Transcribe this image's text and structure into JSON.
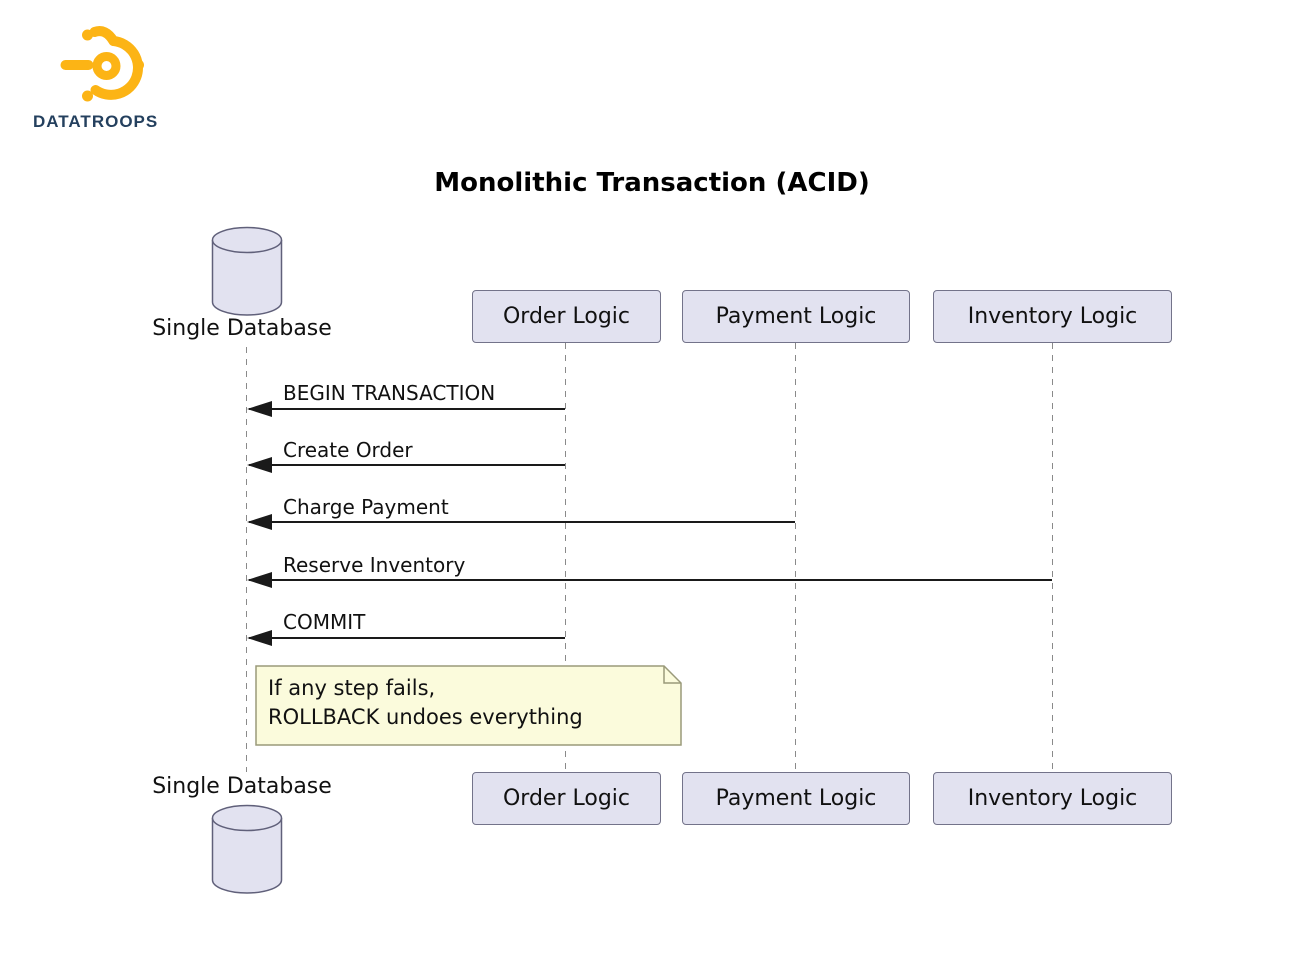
{
  "logo": {
    "brand": "DATATROOPS",
    "icon": "sunburst-logo-icon",
    "icon_color": "#FCB415",
    "brand_color": "#24405E"
  },
  "diagram": {
    "title": "Monolithic Transaction (ACID)",
    "type": "sequence-diagram"
  },
  "participants": {
    "database": {
      "label": "Single Database",
      "icon": "database-cylinder-icon"
    },
    "actors": [
      {
        "label": "Order Logic"
      },
      {
        "label": "Payment Logic"
      },
      {
        "label": "Inventory Logic"
      }
    ]
  },
  "messages": [
    {
      "label": "BEGIN TRANSACTION",
      "from": "Order Logic",
      "to": "Single Database"
    },
    {
      "label": "Create Order",
      "from": "Order Logic",
      "to": "Single Database"
    },
    {
      "label": "Charge Payment",
      "from": "Payment Logic",
      "to": "Single Database"
    },
    {
      "label": "Reserve Inventory",
      "from": "Inventory Logic",
      "to": "Single Database"
    },
    {
      "label": "COMMIT",
      "from": "Order Logic",
      "to": "Single Database"
    }
  ],
  "note": {
    "lines": [
      "If any step fails,",
      "ROLLBACK undoes everything"
    ]
  },
  "colors": {
    "participant_fill": "#E2E2F0",
    "participant_border": "#73738a",
    "note_fill": "#FBFBDC",
    "note_border": "#9a9a7a",
    "lifeline": "#8a8a8a",
    "arrow": "#1a1a1a",
    "logo_yellow": "#FCB415",
    "brand_navy": "#24405E"
  }
}
